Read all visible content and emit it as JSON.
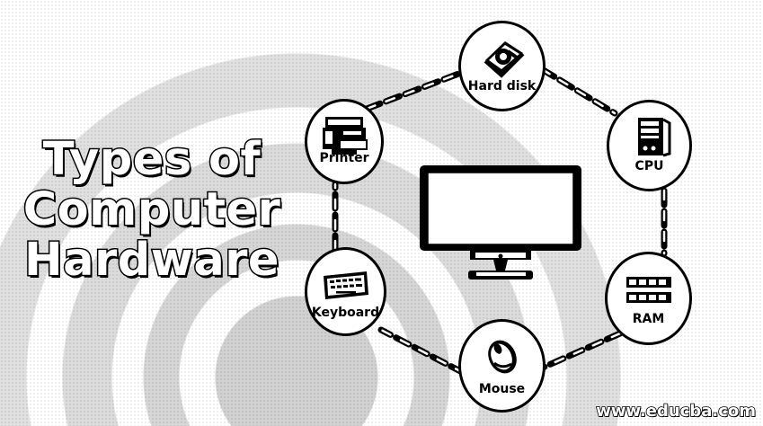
{
  "title": {
    "line1": "Types of",
    "line2": "Computer",
    "line3": "Hardware"
  },
  "watermark": "www.educba.com",
  "nodes": [
    {
      "label": "Printer",
      "icon": "printer-icon"
    },
    {
      "label": "Hard disk",
      "icon": "hard-disk-icon"
    },
    {
      "label": "CPU",
      "icon": "cpu-tower-icon"
    },
    {
      "label": "RAM",
      "icon": "ram-module-icon"
    },
    {
      "label": "Mouse",
      "icon": "mouse-icon"
    },
    {
      "label": "Keyboard",
      "icon": "keyboard-icon"
    }
  ],
  "center": {
    "icon": "monitor-icon"
  },
  "colors": {
    "ink": "#000000",
    "paper": "#ffffff"
  }
}
